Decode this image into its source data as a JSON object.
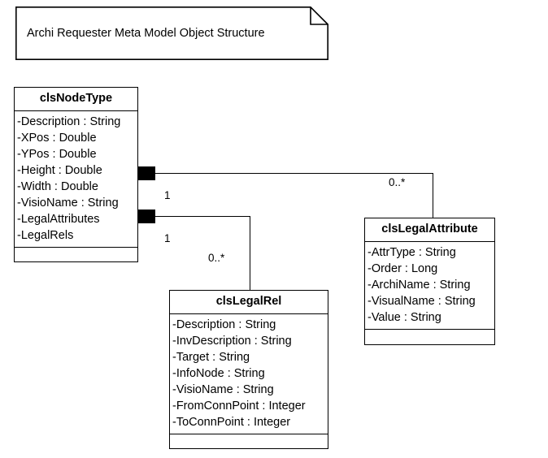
{
  "diagram": {
    "note": {
      "text": "Archi Requester Meta Model Object Structure"
    },
    "classes": [
      {
        "id": "clsNodeType",
        "name": "clsNodeType",
        "attributes": [
          "-Description : String",
          "-XPos : Double",
          "-YPos : Double",
          "-Height : Double",
          "-Width : Double",
          "-VisioName : String",
          "-LegalAttributes",
          "-LegalRels"
        ],
        "operations": []
      },
      {
        "id": "clsLegalAttribute",
        "name": "clsLegalAttribute",
        "attributes": [
          "-AttrType : String",
          "-Order : Long",
          "-ArchiName : String",
          "-VisualName : String",
          "-Value : String"
        ],
        "operations": []
      },
      {
        "id": "clsLegalRel",
        "name": "clsLegalRel",
        "attributes": [
          "-Description : String",
          "-InvDescription : String",
          "-Target : String",
          "-InfoNode : String",
          "-VisioName : String",
          "-FromConnPoint : Integer",
          "-ToConnPoint : Integer"
        ],
        "operations": []
      }
    ],
    "associations": [
      {
        "id": "nodetype-to-legalattribute",
        "type": "composition",
        "source": "clsNodeType",
        "target": "clsLegalAttribute",
        "source_multiplicity": "1",
        "target_multiplicity": "0..*"
      },
      {
        "id": "nodetype-to-legalrel",
        "type": "composition",
        "source": "clsNodeType",
        "target": "clsLegalRel",
        "source_multiplicity": "1",
        "target_multiplicity": "0..*"
      }
    ],
    "colors": {
      "stroke": "#000000",
      "fill": "#ffffff",
      "text": "#000000"
    }
  }
}
